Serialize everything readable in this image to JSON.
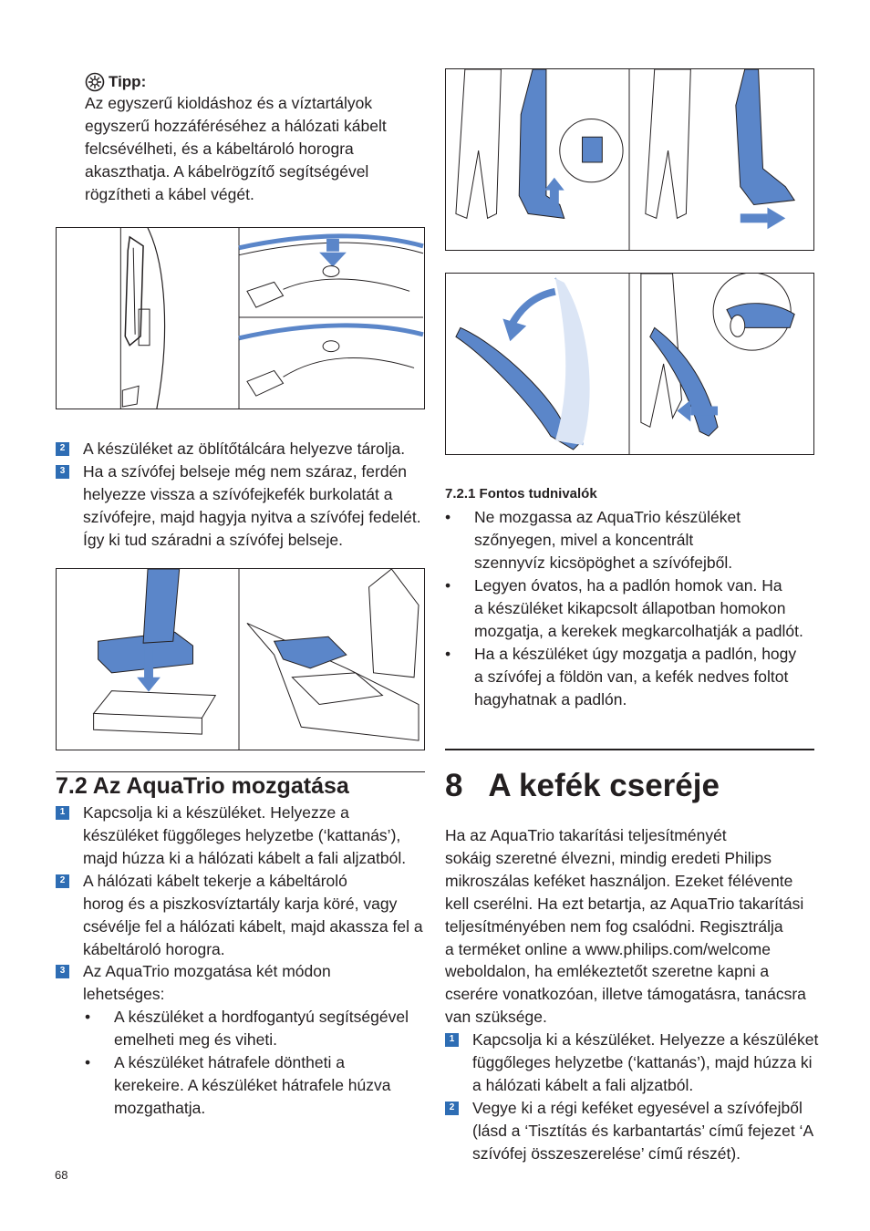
{
  "tip": {
    "title": "Tipp:",
    "lines": [
      "Az egyszerű kioldáshoz és a víztartályok",
      "egyszerű hozzáféréséhez a hálózati kábelt",
      "felcsévélheti, és a kábeltároló horogra",
      "akaszthatja. A kábelrögzítő segítségével",
      "rögzítheti a kábel végét."
    ]
  },
  "left_steps_a": [
    {
      "num": "2",
      "lines": [
        "A készüléket az öblítőtálcára helyezve tárolja."
      ]
    },
    {
      "num": "3",
      "lines": [
        "Ha a szívófej belseje még nem száraz, ferdén",
        "helyezze vissza a szívófejkefék burkolatát a",
        "szívófejre, majd hagyja nyitva a szívófej fedelét.",
        "Így ki tud száradni a szívófej belseje."
      ]
    }
  ],
  "section_72": {
    "title": "7.2 Az AquaTrio mozgatása",
    "steps": [
      {
        "num": "1",
        "lines": [
          "Kapcsolja ki a készüléket. Helyezze a",
          "készüléket függőleges helyzetbe (‘kattanás’),",
          "majd húzza ki a hálózati kábelt a fali aljzatból."
        ]
      },
      {
        "num": "2",
        "lines": [
          "A hálózati kábelt tekerje a kábeltároló",
          "horog és a piszkosvíztartály karja köré, vagy",
          "csévélje fel a hálózati kábelt, majd akassza fel a",
          "kábeltároló horogra."
        ]
      },
      {
        "num": "3",
        "lines": [
          "Az AquaTrio mozgatása két módon",
          "lehetséges:"
        ]
      }
    ],
    "bullets": [
      {
        "lines": [
          "A készüléket a hordfogantyú segítségével",
          "emelheti meg és viheti."
        ]
      },
      {
        "lines": [
          "A készüléket hátrafele döntheti a",
          "kerekeire. A készüléket hátrafele húzva",
          "mozgathatja."
        ]
      }
    ]
  },
  "section_721": {
    "title": "7.2.1 Fontos tudnivalók",
    "bullets": [
      {
        "lines": [
          "Ne mozgassa az AquaTrio készüléket",
          "szőnyegen, mivel a koncentrált",
          "szennyvíz kicsöpöghet a szívófejből."
        ]
      },
      {
        "lines": [
          "Legyen óvatos, ha a padlón homok van. Ha",
          "a készüléket kikapcsolt állapotban  homokon",
          "mozgatja, a kerekek megkarcolhatják a padlót."
        ]
      },
      {
        "lines": [
          "Ha a készüléket úgy mozgatja a padlón, hogy",
          "a szívófej a földön van, a kefék nedves foltot",
          "hagyhatnak a padlón."
        ]
      }
    ]
  },
  "chapter_8": {
    "title": "8   A kefék cseréje",
    "intro": [
      "Ha az AquaTrio takarítási teljesítményét",
      "sokáig szeretné élvezni, mindig eredeti Philips",
      "mikroszálas keféket használjon. Ezeket félévente",
      "kell cserélni. Ha ezt betartja, az AquaTrio takarítási",
      "teljesítményében nem fog csalódni. Regisztrálja",
      "a terméket online a www.philips.com/welcome",
      "weboldalon, ha emlékeztetőt szeretne kapni a",
      "cserére vonatkozóan, illetve támogatásra, tanácsra",
      "van szüksége."
    ],
    "steps": [
      {
        "num": "1",
        "lines": [
          "Kapcsolja ki a készüléket. Helyezze a készüléket",
          "függőleges helyzetbe (‘kattanás’), majd húzza ki",
          "a hálózati kábelt a fali aljzatból."
        ]
      },
      {
        "num": "2",
        "lines": [
          "Vegye ki a régi keféket egyesével a szívófejből",
          "(lásd a ‘Tisztítás és karbantartás’ című fejezet ‘A",
          "szívófej összeszerelése’ című részét)."
        ]
      }
    ]
  },
  "page_number": "68",
  "colors": {
    "accent_blue": "#2e6db4",
    "device_blue": "#5b86c9",
    "text": "#231f20"
  }
}
